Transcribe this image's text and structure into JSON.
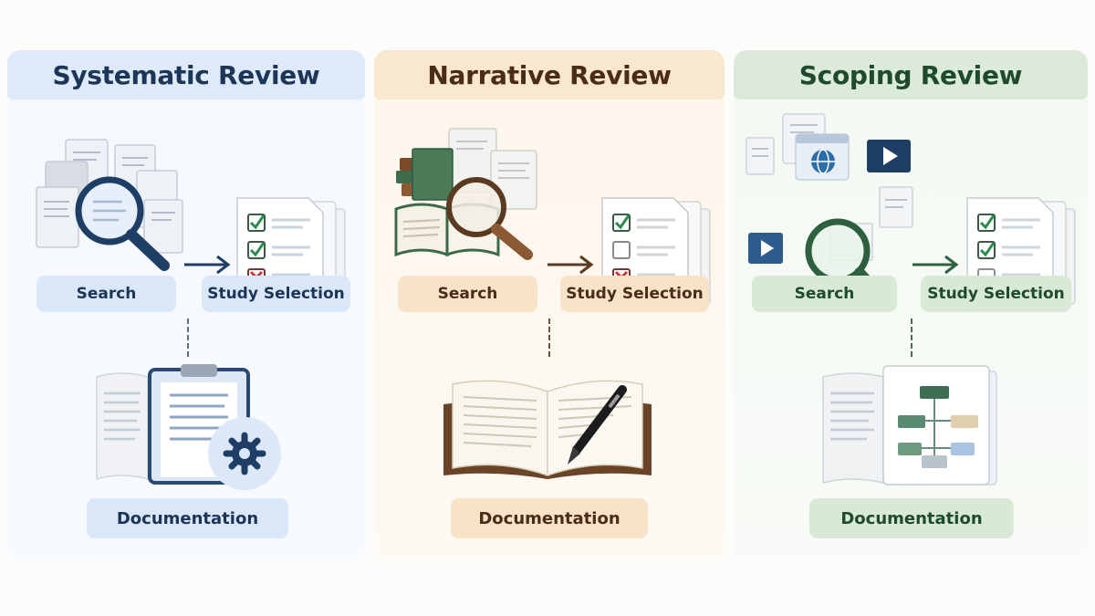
{
  "panels": [
    {
      "title": "Systematic Review",
      "steps": {
        "search": "Search",
        "selection": "Study Selection",
        "documentation": "Documentation"
      },
      "colors": {
        "header": "#deeaf9",
        "accent": "#1d3658"
      }
    },
    {
      "title": "Narrative Review",
      "steps": {
        "search": "Search",
        "selection": "Study Selection",
        "documentation": "Documentation"
      },
      "colors": {
        "header": "#fae7cf",
        "accent": "#4a2c18"
      }
    },
    {
      "title": "Scoping Review",
      "steps": {
        "search": "Search",
        "selection": "Study Selection",
        "documentation": "Documentation"
      },
      "colors": {
        "header": "#dcebd9",
        "accent": "#1f4a2e"
      }
    }
  ],
  "icons": {
    "search_art": [
      "magnifier-over-documents-icon",
      "magnifier-over-books-icon",
      "magnifier-over-media-icon"
    ],
    "selection_art": "checklist-document-icon",
    "documentation_art": [
      "clipboard-gear-icon",
      "open-book-pen-icon",
      "flowchart-document-icon"
    ],
    "flow": "arrow-right-icon"
  }
}
